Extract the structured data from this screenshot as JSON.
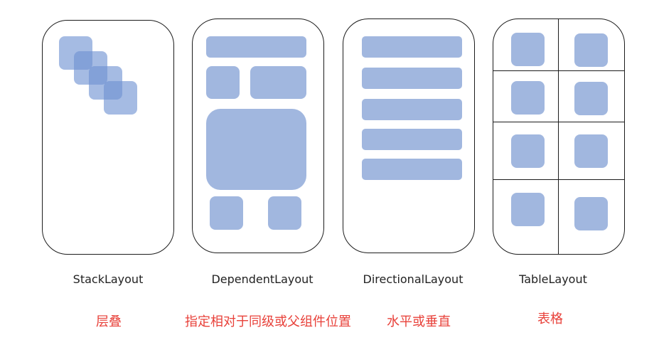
{
  "layouts": [
    {
      "name": "StackLayout",
      "description": "层叠"
    },
    {
      "name": "DependentLayout",
      "description": "指定相对于同级或父组件位置"
    },
    {
      "name": "DirectionalLayout",
      "description": "水平或垂直"
    },
    {
      "name": "TableLayout",
      "description": "表格"
    }
  ],
  "colors": {
    "block": "#a0b8e0",
    "stack_overlap": "#7d9bd4",
    "label": "#e8413a",
    "outline": "#1c1c1c"
  }
}
